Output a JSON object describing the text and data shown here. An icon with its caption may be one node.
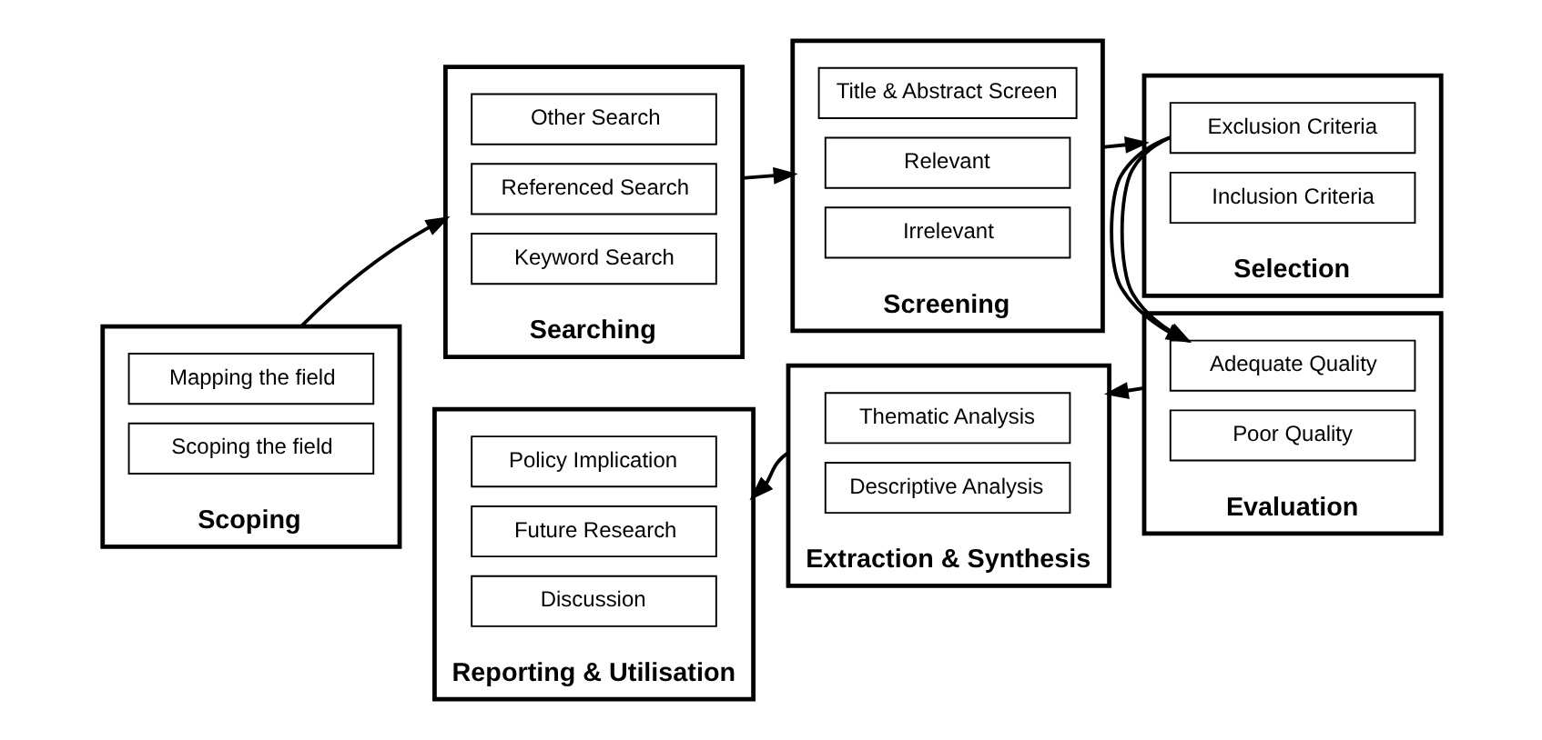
{
  "diagram": {
    "nodes": [
      {
        "text": [
          "Scoping"
        ]
      },
      {
        "text": [
          "Scoping the field"
        ],
        "in": 0
      },
      {
        "text": [
          "Mapping the field"
        ],
        "in": 0
      },
      {
        "text": [
          "Searching"
        ]
      },
      {
        "text": [
          "Keyword Search"
        ],
        "in": 3
      },
      {
        "text": [
          "Referenced Search"
        ],
        "in": 3
      },
      {
        "text": [
          "Other Search"
        ],
        "in": 3
      },
      {
        "text": [
          "Screening"
        ]
      },
      {
        "text": [
          "Irrelevant"
        ],
        "in": 7
      },
      {
        "text": [
          "Relevant"
        ],
        "in": 7
      },
      {
        "text": [
          "Title & Abstract Screen"
        ],
        "in": 7
      },
      {
        "text": [
          "Selection"
        ]
      },
      {
        "text": [
          "Inclusion Criteria"
        ],
        "in": 11
      },
      {
        "text": [
          "Exclusion Criteria"
        ],
        "in": 11
      },
      {
        "text": [
          "Reporting & Utilisation"
        ]
      },
      {
        "text": [
          "Discussion"
        ],
        "in": 14
      },
      {
        "text": [
          "Future Research"
        ],
        "in": 14
      },
      {
        "text": [
          "Policy Implication"
        ],
        "in": 14
      },
      {
        "text": [
          "Extraction & Synthesis"
        ]
      },
      {
        "text": [
          "Descriptive Analysis"
        ],
        "in": 18
      },
      {
        "text": [
          "Thematic Analysis"
        ],
        "in": 18
      },
      {
        "text": [
          "Evaluation"
        ]
      },
      {
        "text": [
          "Poor Quality"
        ],
        "in": 21
      },
      {
        "text": [
          "Adequate Quality"
        ],
        "in": 21
      }
    ],
    "edges": [
      {
        "from": 0,
        "to": 3,
        "arrow": "to"
      },
      {
        "from": 3,
        "to": 7,
        "arrow": "to"
      },
      {
        "from": 7,
        "to": 11,
        "arrow": "to"
      },
      {
        "from": 11,
        "to": 21,
        "arrow": "to"
      },
      {
        "from": 21,
        "to": 18,
        "arrow": "to"
      },
      {
        "from": 18,
        "to": 14,
        "arrow": "to"
      }
    ]
  }
}
